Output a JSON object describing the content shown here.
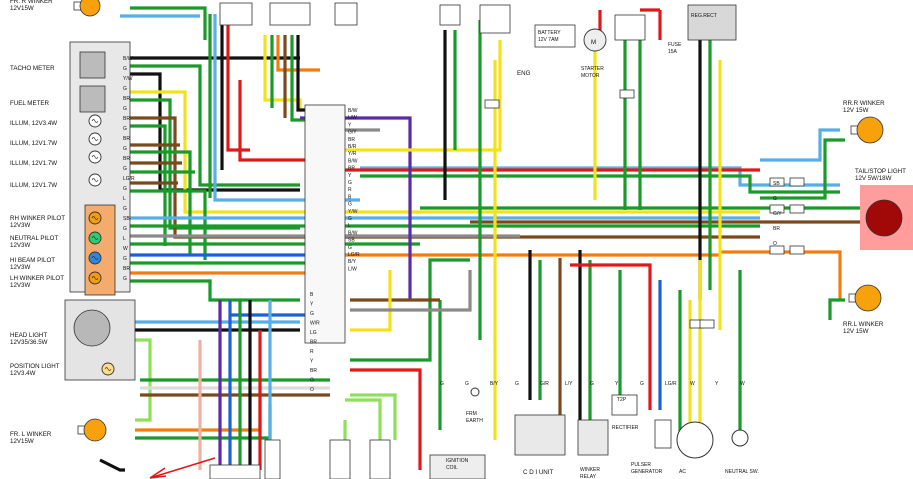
{
  "colors": {
    "black": "#111111",
    "green": "#1a9a2a",
    "darkgreen": "#0b6b1c",
    "red": "#e01818",
    "yellow": "#f2e21a",
    "blue": "#1f5fd6",
    "lightblue": "#58aee6",
    "brown": "#7a4a1e",
    "orange": "#f07d10",
    "gray": "#8a8a8a",
    "white": "#dcdcdc",
    "purple": "#5b2aa8",
    "lightgreen": "#8ee05a",
    "pink": "#f0b0a0",
    "bulb": "#f7a10d"
  },
  "labels": {
    "fr_r_winker": "FR. R WINKER\n12V15W",
    "tacho": "TACHO METER",
    "fuel": "FUEL METER",
    "illum1": "ILLUM, 12V3.4W",
    "illum2": "ILLUM, 12V1.7W",
    "illum3": "ILLUM, 12V1.7W",
    "illum4": "ILLUM, 12V1.7W",
    "rh_pilot": "RH WINKER PILOT\n12V3W",
    "neutral_pilot": "NEUTRAL PILOT\n12V3W",
    "hibeam_pilot": "HI BEAM PILOT\n12V3W",
    "lh_pilot": "LH WINKER PILOT\n12V3W",
    "head_light": "HEAD LIGHT\n12V35/36.5W",
    "position_light": "POSITION LIGHT\n12V3.4W",
    "fr_l_winker": "FR. L WINKER\n12V15W",
    "eng": "ENG",
    "battery": "BATTERY\n12V 7AM",
    "starter": "STARTER\nMOTOR",
    "fuse": "FUSE\n15A",
    "reg_rect": "REG.RECT",
    "rr_r_winker": "RR.R WINKER\n12V 15W",
    "tail_stop": "TAIL/STOP LIGHT\n12V 5W/18W",
    "rr_l_winker": "RR.L WINKER\n12V 15W",
    "frm_earth": "FRM\nEARTH",
    "ignition_coil": "IGNITION\nCOIL",
    "cdi_unit": "C D I UNIT",
    "winker_relay": "WINKER\nRELAY",
    "rectifier": "RECTIFIER",
    "pulser": "PULSER\nGENERATOR",
    "ac": "AC",
    "neutral_sw": "NEUTRAL SW.",
    "t2p": "T2P",
    "m": "M"
  },
  "wire_codes": {
    "left_column": [
      "B/W",
      "G",
      "Y/W",
      "G",
      "BR",
      "G",
      "BR",
      "G",
      "BR",
      "G",
      "BR",
      "G",
      "LG/R",
      "G",
      "L",
      "G",
      "SB",
      "G",
      "L",
      "W",
      "G",
      "BR",
      "G"
    ],
    "center_top": [
      "B/W",
      "L/W",
      "Y",
      "G/Y",
      "BR",
      "B/R",
      "Y/R",
      "B/W",
      "BR",
      "Y",
      "G",
      "R",
      "B",
      "G",
      "Y/W",
      "G",
      "L",
      "B/W",
      "SB",
      "G",
      "LG/R",
      "B/Y",
      "L/W"
    ],
    "center_bottom": [
      "B",
      "Y",
      "G",
      "W/R",
      "LG",
      "BR",
      "R",
      "Y",
      "BR",
      "G",
      "O"
    ],
    "right_side": [
      "SB",
      "G",
      "G/Y",
      "BR",
      "O"
    ],
    "lower": [
      "G",
      "G",
      "B/Y",
      "G",
      "G/R",
      "L/Y",
      "G",
      "Y",
      "G",
      "LG/R",
      "W",
      "Y",
      "W"
    ]
  }
}
